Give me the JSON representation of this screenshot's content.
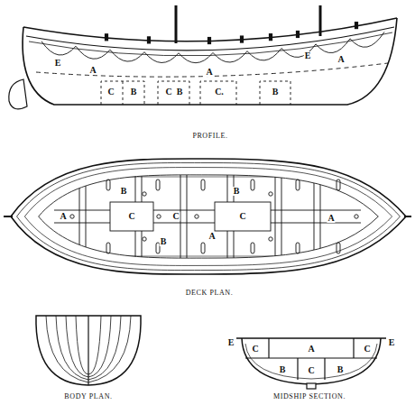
{
  "diagram": {
    "labels": [
      "E",
      "A",
      "C",
      "B",
      "C",
      "B",
      "A",
      "C.",
      "B",
      "E",
      "A",
      "A",
      "B",
      "C",
      "C",
      "B",
      "A",
      "B",
      "C",
      "A",
      "E",
      "C",
      "A",
      "C",
      "E",
      "B",
      "C",
      "B",
      "PROFILE.",
      "DECK PLAN.",
      "BODY PLAN.",
      "MIDSHIP SECTION."
    ]
  }
}
